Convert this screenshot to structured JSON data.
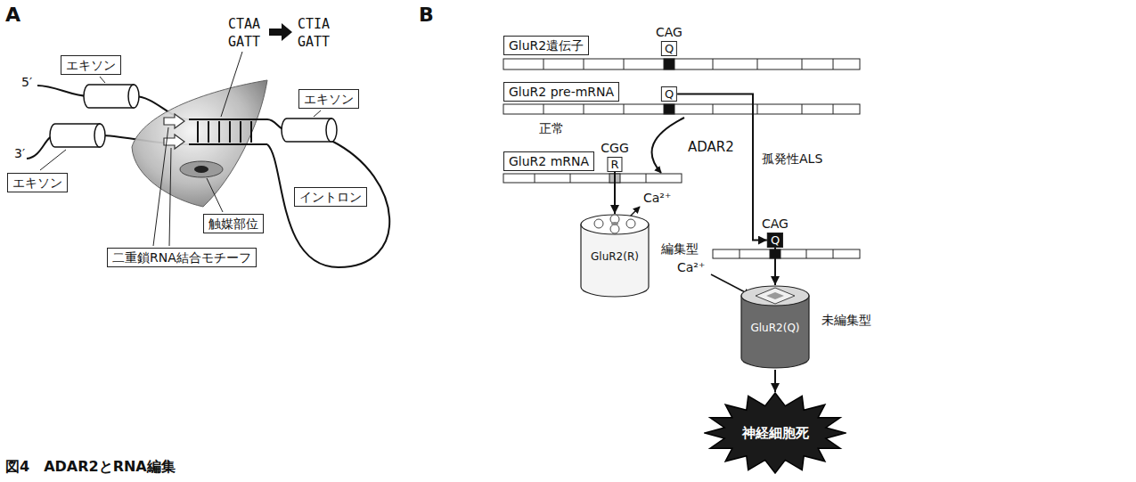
{
  "diagram": {
    "caption": "図4　ADAR2とRNA編集",
    "nodes": [
      {
        "text": [
          "エキソン"
        ]
      },
      {
        "text": [
          "エキソン"
        ]
      },
      {
        "text": [
          "エキソン"
        ]
      },
      {
        "text": [
          "触媒部位"
        ]
      },
      {
        "text": [
          "イントロン"
        ]
      },
      {
        "text": [
          "二重鎖RNA結合モチーフ"
        ]
      },
      {
        "text": [
          "GluR2遺伝子"
        ]
      },
      {
        "text": [
          "Q"
        ]
      },
      {
        "text": [
          "GluR2 pre-mRNA"
        ]
      },
      {
        "text": [
          "Q"
        ]
      },
      {
        "text": [
          "R"
        ]
      },
      {
        "text": [
          "GluR2 mRNA"
        ]
      },
      {
        "text": [
          "Q"
        ]
      },
      {
        "text": [
          "GluR2(R)",
          "編集型"
        ]
      },
      {
        "text": [
          "GluR2(Q)",
          "未編集型"
        ]
      },
      {
        "text": [
          "神経細胞死"
        ]
      }
    ],
    "edges": [
      {
        "from": 9,
        "to": 12,
        "arrow": "to",
        "label": "孤発性ALS"
      },
      {
        "from": 10,
        "to": 13,
        "arrow": "to"
      },
      {
        "from": 12,
        "to": 14,
        "arrow": "to"
      },
      {
        "from": 14,
        "to": 15,
        "arrow": "to"
      }
    ],
    "labels": [
      "A",
      "5′",
      "3′",
      "CTAA",
      "GATT",
      "CTIA",
      "GATT",
      "B",
      "CAG",
      "正常",
      "CGG",
      "ADAR2",
      "CAG",
      "Ca²⁺",
      "Ca²⁺"
    ]
  }
}
